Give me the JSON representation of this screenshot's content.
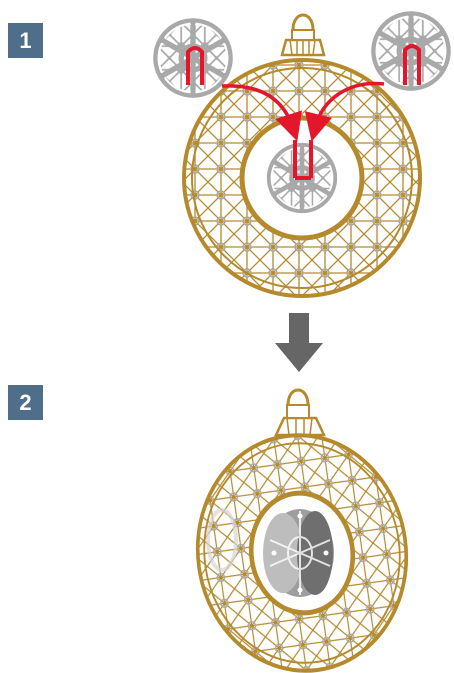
{
  "steps": [
    {
      "number": "1"
    },
    {
      "number": "2"
    }
  ],
  "colors": {
    "badge": "#4f6e8a",
    "gold": "#b58a2c",
    "lace": "#a9a9a9",
    "lace_light": "#d6d6d6",
    "slot": "#e4162c",
    "arrow_down": "#666666",
    "center_dark": "#6f6f6f"
  },
  "icons": [
    "ornament-ring",
    "snowflake",
    "slot-marker",
    "curved-arrow",
    "down-arrow"
  ]
}
